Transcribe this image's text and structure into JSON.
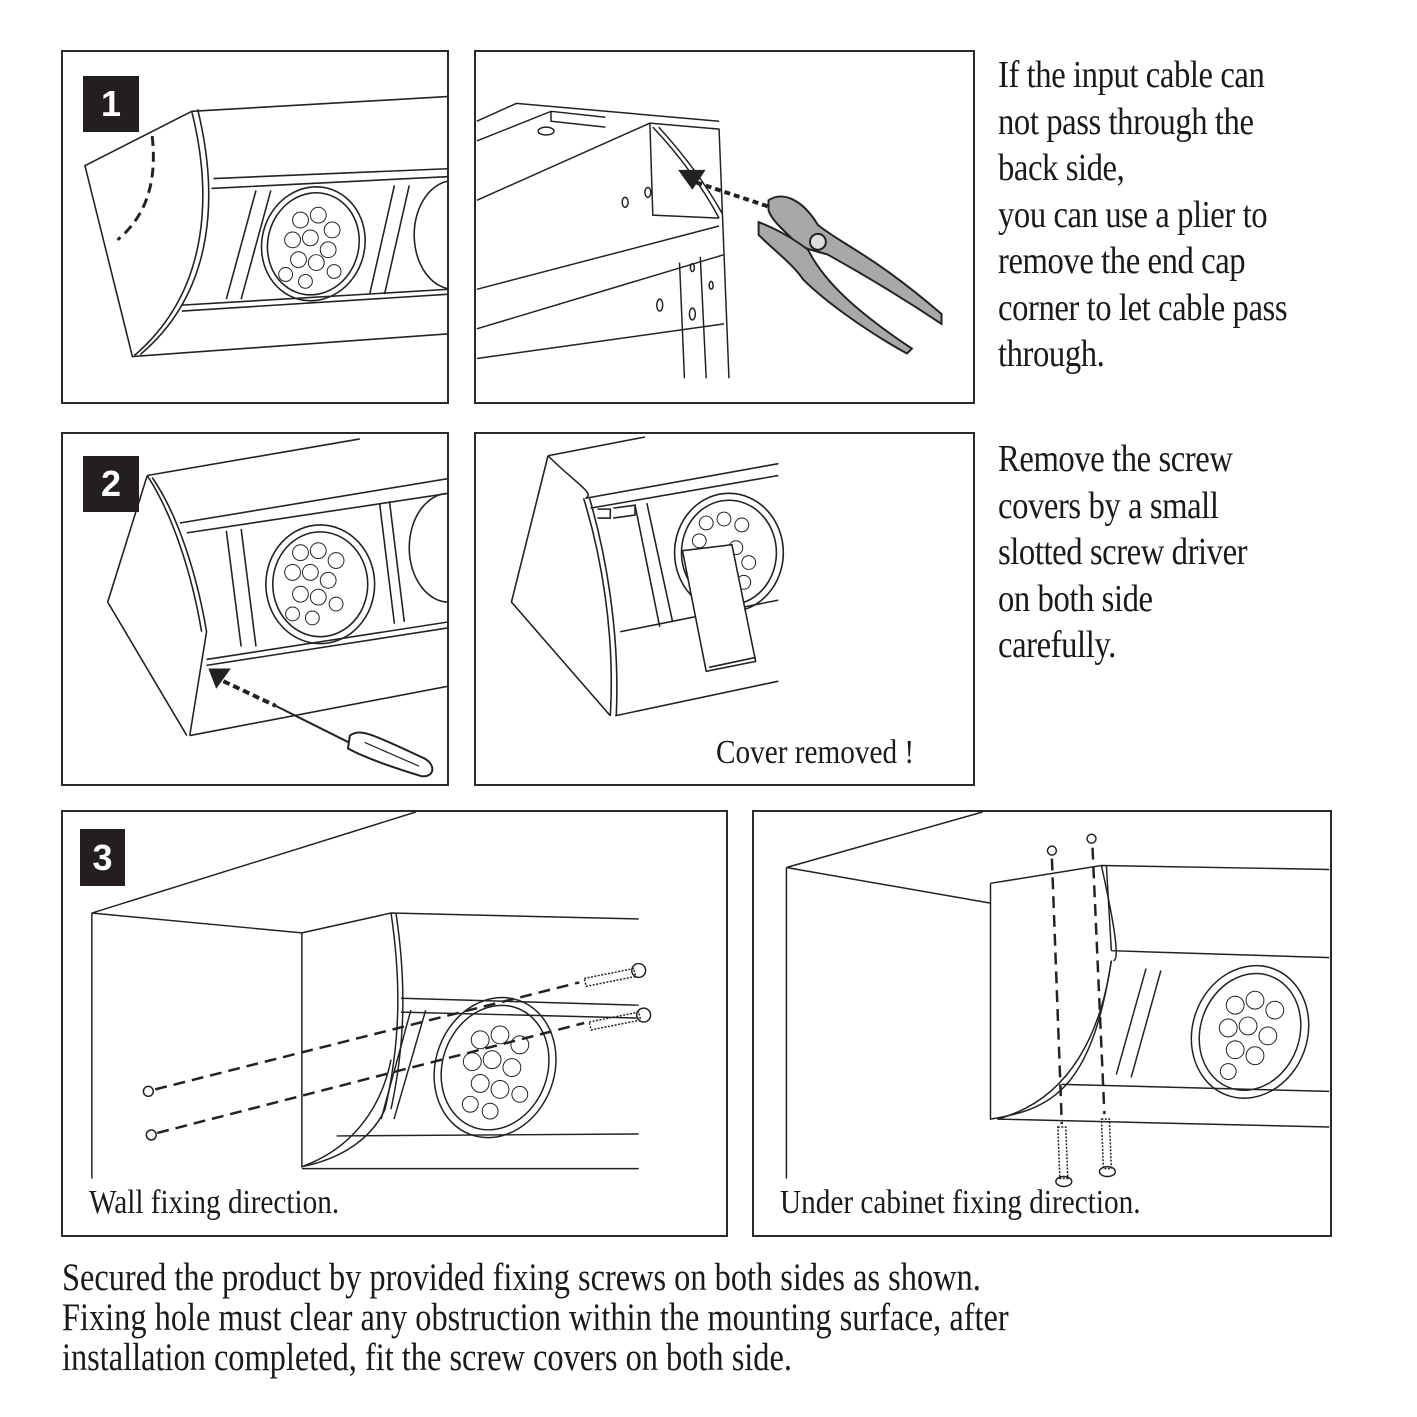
{
  "steps": [
    {
      "number": "1",
      "side_text": [
        "If the input cable can",
        "not pass through the",
        "back side,",
        "you can use a plier to",
        "remove the end cap",
        "corner to let cable pass",
        "through."
      ]
    },
    {
      "number": "2",
      "side_text": [
        "Remove the screw",
        "covers by a small",
        "slotted screw driver",
        "on both side",
        "carefully."
      ],
      "caption": "Cover removed !"
    },
    {
      "number": "3",
      "captions": {
        "wall": "Wall fixing direction.",
        "cabinet": "Under cabinet fixing direction."
      }
    }
  ],
  "footer_text": [
    "Secured the product by provided fixing screws on both sides as shown.",
    "Fixing hole must clear any obstruction within the mounting surface, after",
    "installation completed,  fit the screw covers on both side."
  ],
  "colors": {
    "ink": "#1a1a1a",
    "badge": "#231f20",
    "plier_fill": "#a8a8a8"
  }
}
